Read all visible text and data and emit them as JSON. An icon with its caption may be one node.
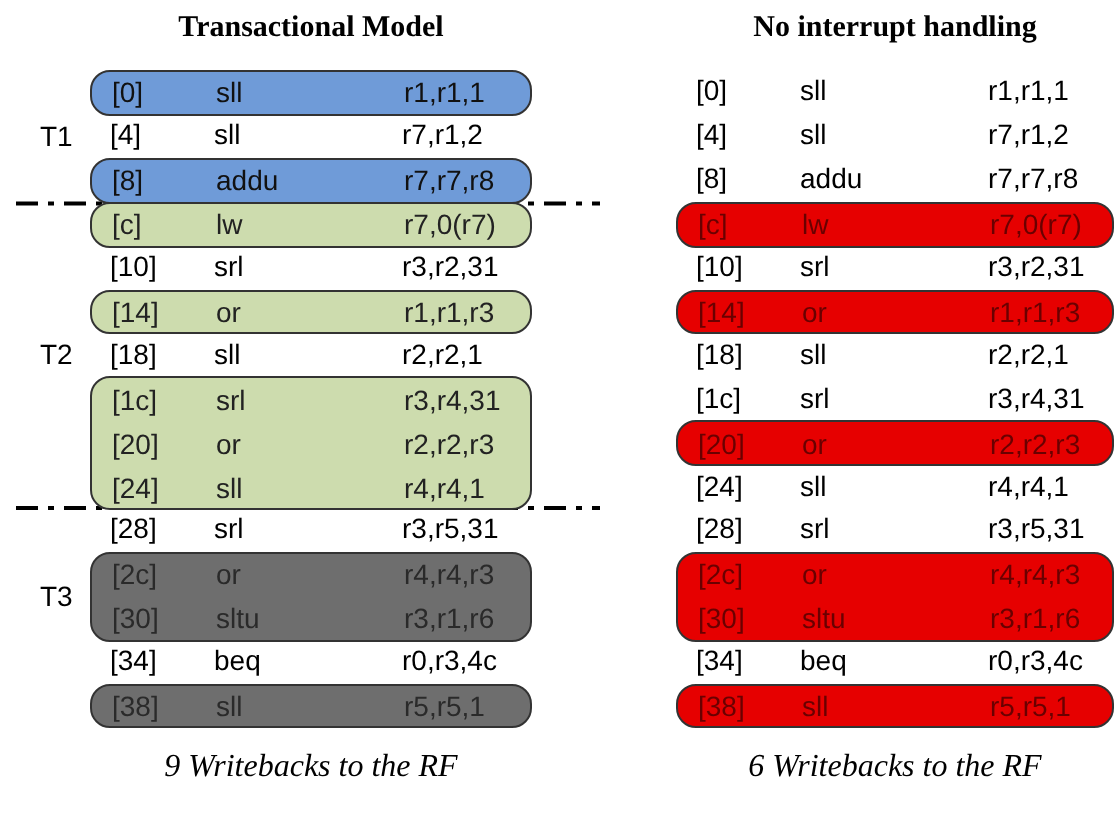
{
  "diagram": {
    "nodes": [
      {
        "text": [
          "[0]",
          "sll",
          "r1,r1,1"
        ]
      },
      {
        "text": [
          "[8]",
          "addu",
          "r7,r7,r8"
        ]
      },
      {
        "text": [
          "[c]",
          "lw",
          "r7,0(r7)"
        ]
      },
      {
        "text": [
          "[14]",
          "or",
          "r1,r1,r3"
        ]
      },
      {
        "text": [
          "[1c]",
          "srl",
          "r3,r4,31",
          "[20]",
          "or",
          "r2,r2,r3",
          "[24]",
          "sll",
          "r4,r4,1"
        ]
      },
      {
        "text": [
          "[2c]",
          "or",
          "r4,r4,r3",
          "[30]",
          "sltu",
          "r3,r1,r6"
        ]
      },
      {
        "text": [
          "[38]",
          "sll",
          "r5,r5,1"
        ]
      },
      {
        "text": [
          "[c]",
          "lw",
          "r7,0(r7)"
        ]
      },
      {
        "text": [
          "[14]",
          "or",
          "r1,r1,r3"
        ]
      },
      {
        "text": [
          "[20]",
          "or",
          "r2,r2,r3"
        ]
      },
      {
        "text": [
          "[2c]",
          "or",
          "r4,r4,r3",
          "[30]",
          "sltu",
          "r3,r1,r6"
        ]
      },
      {
        "text": [
          "[38]",
          "sll",
          "r5,r5,1"
        ]
      }
    ],
    "labels": [
      "Transactional Model",
      "T1",
      "[4]",
      "sll",
      "r7,r1,2",
      "[10]",
      "srl",
      "r3,r2,31",
      "T2",
      "[18]",
      "sll",
      "r2,r2,1",
      "[28]",
      "srl",
      "r3,r5,31",
      "T3",
      "[34]",
      "beq",
      "r0,r3,4c",
      "9 Writebacks to the RF",
      "No interrupt handling",
      "[0]",
      "sll",
      "r1,r1,1",
      "[4]",
      "sll",
      "r7,r1,2",
      "[8]",
      "addu",
      "r7,r7,r8",
      "[10]",
      "srl",
      "r3,r2,31",
      "[18]",
      "sll",
      "r2,r2,1",
      "[1c]",
      "srl",
      "r3,r4,31",
      "[24]",
      "sll",
      "r4,r4,1",
      "[28]",
      "srl",
      "r3,r5,31",
      "[34]",
      "beq",
      "r0,r3,4c",
      "6 Writebacks to the RF"
    ]
  }
}
